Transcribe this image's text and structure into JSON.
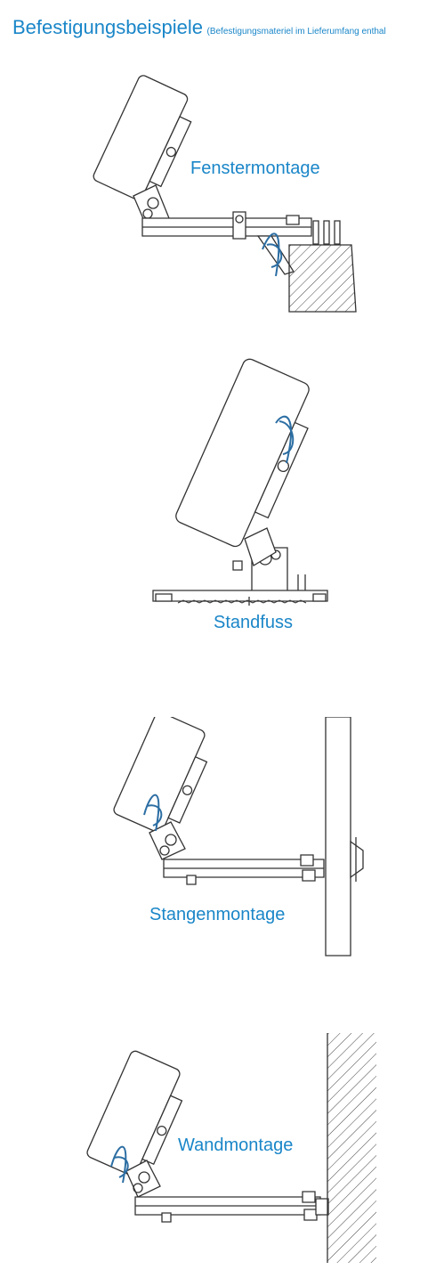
{
  "header": {
    "title": "Befestigungsbeispiele",
    "subtitle": "(Befestigungsmateriel im Lieferumfang enthal"
  },
  "panels": [
    {
      "label": "Fenstermontage"
    },
    {
      "label": "Standfuss"
    },
    {
      "label": "Stangenmontage"
    },
    {
      "label": "Wandmontage"
    }
  ],
  "colors": {
    "accent": "#1a86c8",
    "line": "#333333",
    "logo": "#2c6ea3"
  }
}
